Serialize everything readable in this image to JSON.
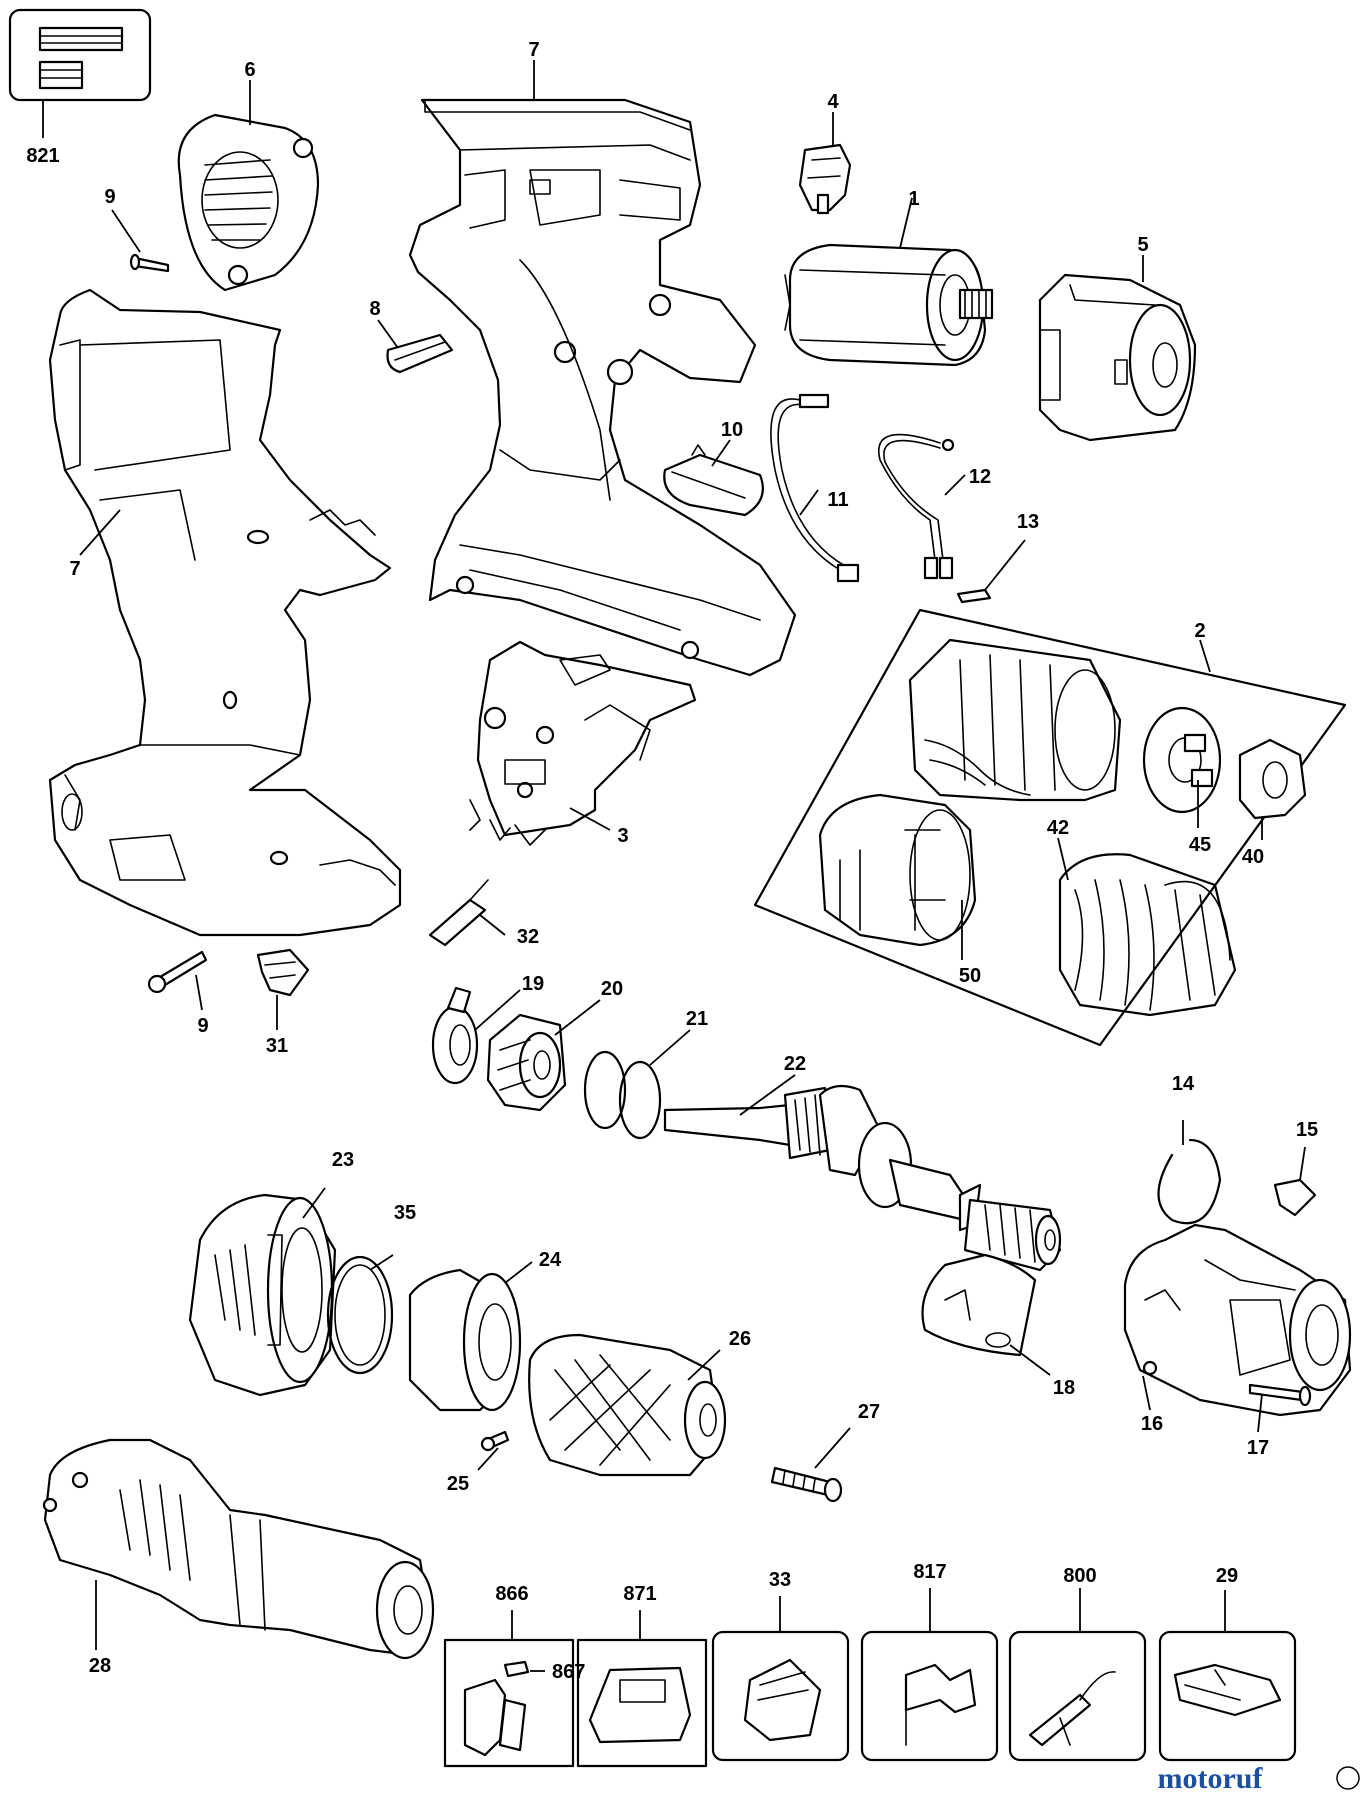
{
  "watermark": {
    "text": "motoruf",
    "colors": [
      "#1a4fa3",
      "#d4262a",
      "#f0b400",
      "#1a8f3c"
    ]
  },
  "labels": {
    "p821": "821",
    "p6": "6",
    "p7a": "7",
    "p7b": "7",
    "p9a": "9",
    "p9b": "9",
    "p8": "8",
    "p4": "4",
    "p1": "1",
    "p5": "5",
    "p10": "10",
    "p11": "11",
    "p12": "12",
    "p13": "13",
    "p2": "2",
    "p3": "3",
    "p32": "32",
    "p31": "31",
    "p45": "45",
    "p40": "40",
    "p42": "42",
    "p50": "50",
    "p19": "19",
    "p20": "20",
    "p21": "21",
    "p22": "22",
    "p14": "14",
    "p15": "15",
    "p23": "23",
    "p35": "35",
    "p24": "24",
    "p26": "26",
    "p18": "18",
    "p16": "16",
    "p17": "17",
    "p27": "27",
    "p25": "25",
    "p28": "28",
    "p866": "866",
    "p867": "867",
    "p871": "871",
    "p33": "33",
    "p817": "817",
    "p800": "800",
    "p29": "29"
  }
}
